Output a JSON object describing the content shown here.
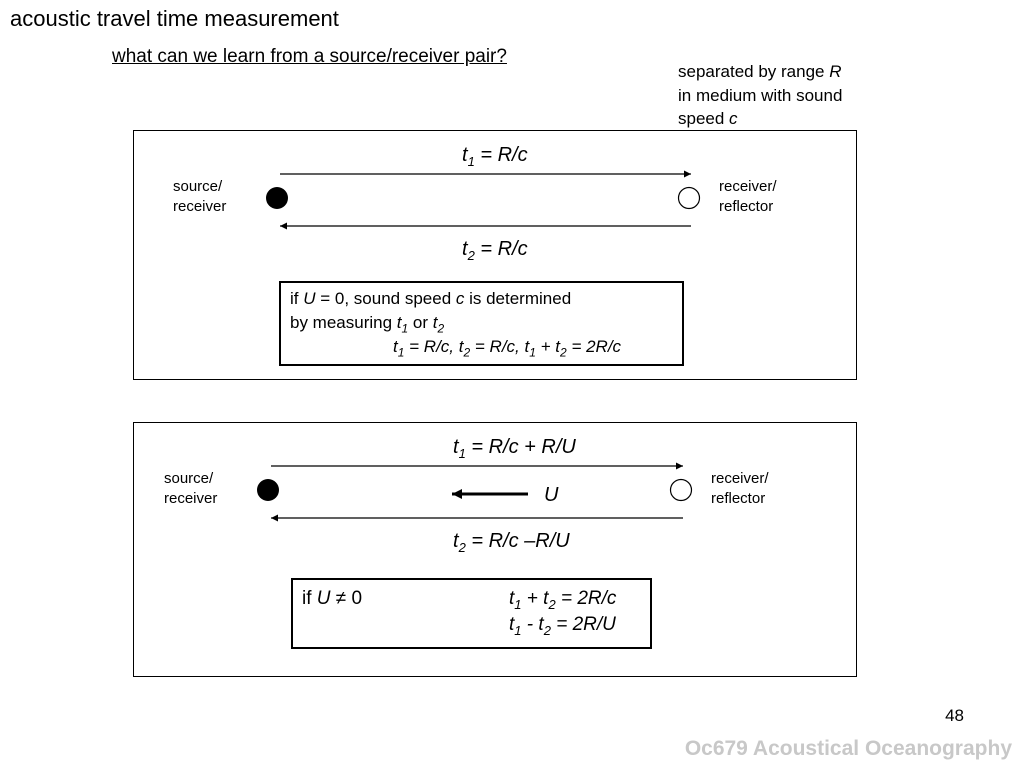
{
  "slide": {
    "title": "acoustic travel time measurement",
    "subtitle": "what can we learn from a source/receiver pair?",
    "note": {
      "line1_text": "separated by range ",
      "line1_var": "R",
      "line2_text": "in medium with sound",
      "line3_text": "speed ",
      "line3_var": "c"
    },
    "page_number": "48",
    "footer": "Oc679 Acoustical Oceanography"
  },
  "panel1": {
    "source_label_1": "source/",
    "source_label_2": "receiver",
    "receiver_label_1": "receiver/",
    "receiver_label_2": "reflector",
    "t1": {
      "var": "t",
      "sub": "1",
      "rhs": " = R/c"
    },
    "t2": {
      "var": "t",
      "sub": "2",
      "rhs": " = R/c"
    },
    "box": {
      "line1_a": "if ",
      "line1_var": "U",
      "line1_b": " = 0, sound speed ",
      "line1_var2": "c",
      "line1_c": " is determined",
      "line2_a": "by measuring ",
      "line2_var1": "t",
      "line2_sub1": "1",
      "line2_or": " or ",
      "line2_var2": "t",
      "line2_sub2": "2",
      "line3_t1": "t",
      "line3_s1": "1",
      "line3_p1": " = R/c,  ",
      "line3_t2": "t",
      "line3_s2": "2",
      "line3_p2": " = R/c,  ",
      "line3_t3": "t",
      "line3_s3": "1",
      "line3_p3": " + ",
      "line3_t4": "t",
      "line3_s4": "2",
      "line3_p4": " = 2R/c"
    }
  },
  "panel2": {
    "source_label_1": "source/",
    "source_label_2": "receiver",
    "receiver_label_1": "receiver/",
    "receiver_label_2": "reflector",
    "t1": {
      "var": "t",
      "sub": "1",
      "rhs": " = R/c + R/U"
    },
    "t2": {
      "var": "t",
      "sub": "2",
      "rhs": " = R/c –R/U"
    },
    "current_label": "U",
    "box": {
      "cond_a": "if ",
      "cond_var": "U",
      "cond_b": " ≠ 0",
      "eq1_t1": "t",
      "eq1_s1": "1",
      "eq1_op": " + ",
      "eq1_t2": "t",
      "eq1_s2": "2",
      "eq1_rhs": " = 2R/c",
      "eq2_t1": "t",
      "eq2_s1": "1",
      "eq2_op": " - ",
      "eq2_t2": "t",
      "eq2_s2": "2",
      "eq2_rhs": " = 2R/U"
    }
  }
}
